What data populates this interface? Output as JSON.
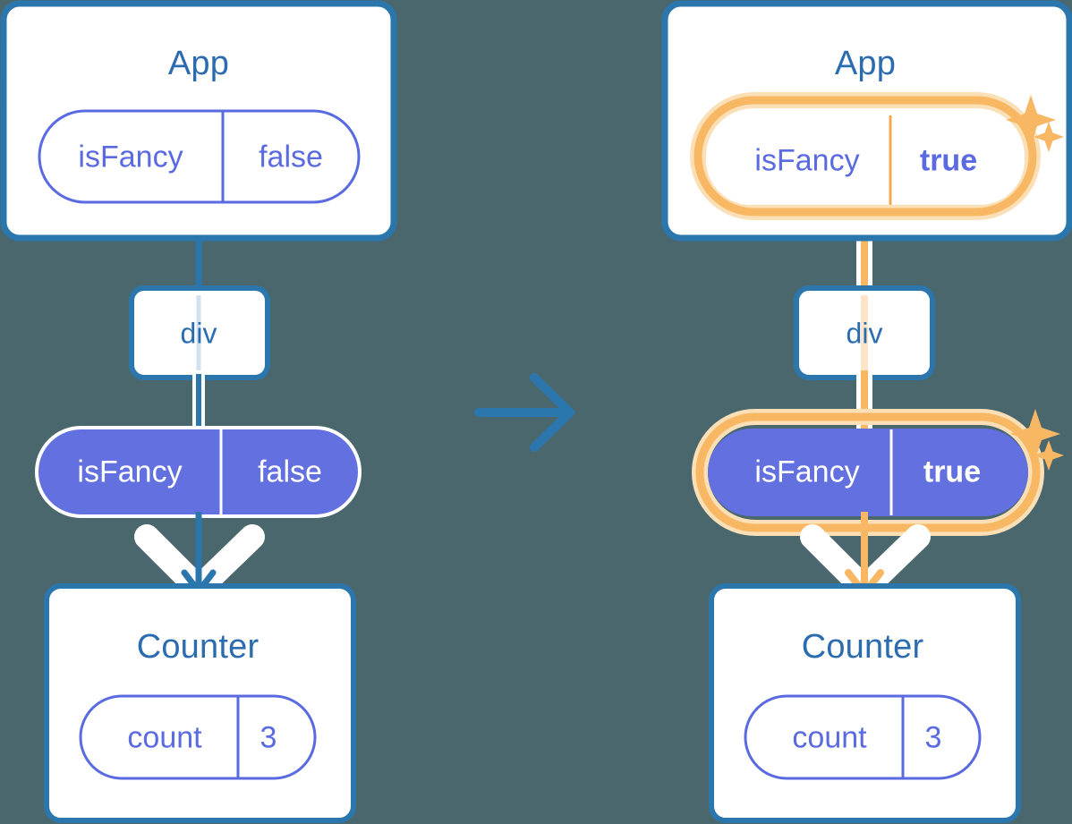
{
  "diagram": {
    "title_hidden": "React state flow: isFancy false to true",
    "background_color": "#4b676e",
    "accent_blue": "#2b77ad",
    "accent_purple": "#5a6ae0",
    "accent_orange": "#f8b763",
    "accent_orange_glow": "#fbe0b7",
    "transition_arrow_icon": "right-arrow-icon"
  },
  "left": {
    "app": {
      "title": "App",
      "state": {
        "name": "isFancy",
        "value": "false"
      }
    },
    "div": {
      "label": "div"
    },
    "prop_pill": {
      "name": "isFancy",
      "value": "false"
    },
    "counter": {
      "title": "Counter",
      "state": {
        "name": "count",
        "value": "3"
      }
    }
  },
  "right": {
    "app": {
      "title": "App",
      "state": {
        "name": "isFancy",
        "value": "true"
      },
      "highlighted": true,
      "sparkle_icon": "sparkles-icon"
    },
    "div": {
      "label": "div"
    },
    "prop_pill": {
      "name": "isFancy",
      "value": "true",
      "highlighted": true,
      "sparkle_icon": "sparkles-icon"
    },
    "counter": {
      "title": "Counter",
      "state": {
        "name": "count",
        "value": "3"
      }
    }
  }
}
